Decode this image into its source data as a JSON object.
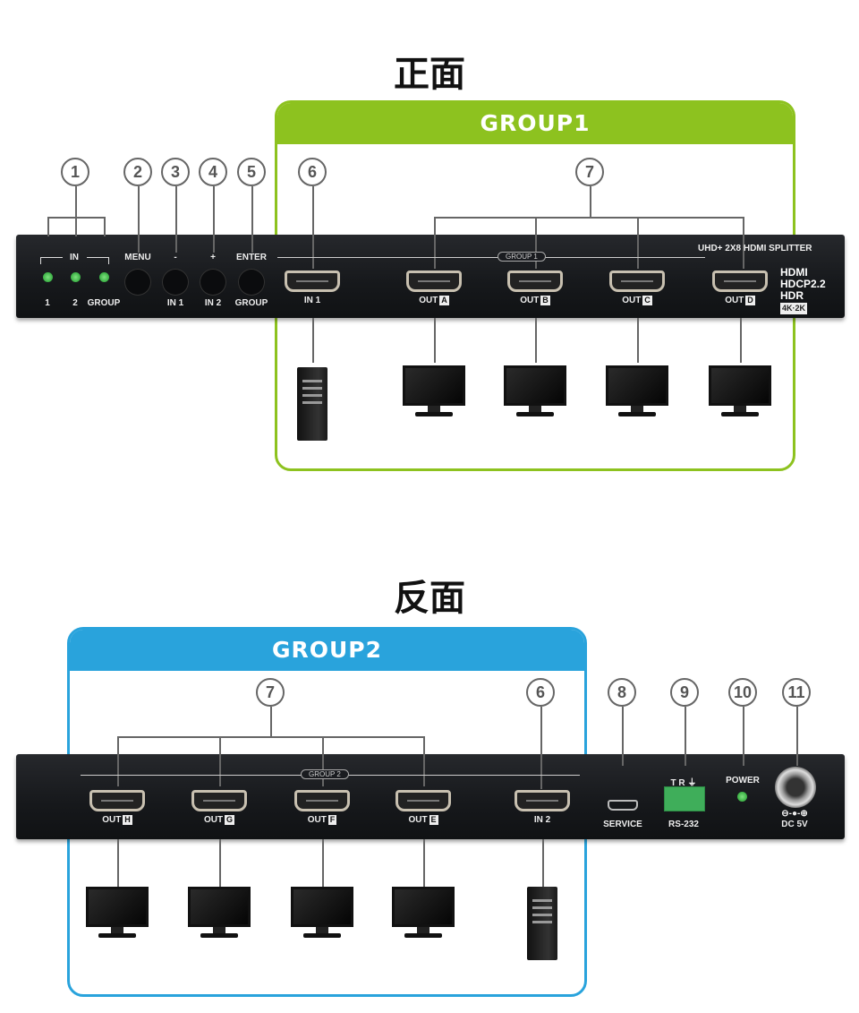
{
  "front": {
    "title": "正面",
    "group_title": "GROUP1",
    "group_line_label": "GROUP 1",
    "model": "UHD+ 2X8 HDMI SPLITTER",
    "logos": [
      "HDMI",
      "HDCP2.2",
      "HDR",
      "4K·2K"
    ],
    "in_label": "IN",
    "led_labels": [
      "1",
      "2",
      "GROUP"
    ],
    "buttons": [
      {
        "top": "MENU",
        "bottom": ""
      },
      {
        "top": "-",
        "bottom": "IN 1"
      },
      {
        "top": "+",
        "bottom": "IN 2"
      },
      {
        "top": "ENTER",
        "bottom": "GROUP"
      }
    ],
    "ports": [
      {
        "label": "IN 1",
        "badge": ""
      },
      {
        "label": "OUT",
        "badge": "A"
      },
      {
        "label": "OUT",
        "badge": "B"
      },
      {
        "label": "OUT",
        "badge": "C"
      },
      {
        "label": "OUT",
        "badge": "D"
      }
    ],
    "callouts": [
      "1",
      "2",
      "3",
      "4",
      "5",
      "6",
      "7"
    ]
  },
  "back": {
    "title": "反面",
    "group_title": "GROUP2",
    "group_line_label": "GROUP 2",
    "ports": [
      {
        "label": "OUT",
        "badge": "H"
      },
      {
        "label": "OUT",
        "badge": "G"
      },
      {
        "label": "OUT",
        "badge": "F"
      },
      {
        "label": "OUT",
        "badge": "E"
      },
      {
        "label": "IN 2",
        "badge": ""
      }
    ],
    "service": "SERVICE",
    "rs232": "RS-232",
    "rs232_pins": "T  R  ⏚",
    "power": "POWER",
    "dc": "DC 5V",
    "dc_symbol": "⊖-●-⊕",
    "callouts": [
      "7",
      "6",
      "8",
      "9",
      "10",
      "11"
    ]
  },
  "colors": {
    "group1": "#8dc21f",
    "group2": "#29a3dc"
  }
}
